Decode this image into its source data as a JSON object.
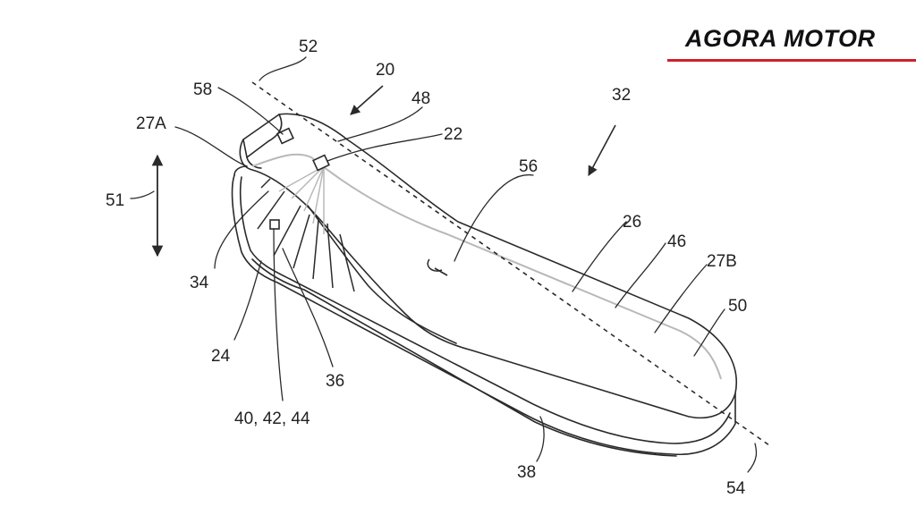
{
  "brand": {
    "name": "AGORA MOTOR",
    "accent_color": "#d0202a",
    "text_color": "#111111"
  },
  "diagram": {
    "line_color": "#2a2a2a",
    "light_line_color": "#b8b8b8",
    "labels": {
      "l52": "52",
      "l20": "20",
      "l58": "58",
      "l48": "48",
      "l27a": "27A",
      "l22": "22",
      "l32": "32",
      "l56": "56",
      "l51": "51",
      "l26": "26",
      "l46": "46",
      "l27b": "27B",
      "l34": "34",
      "l50": "50",
      "l24": "24",
      "l36": "36",
      "l404244": "40, 42, 44",
      "l38": "38",
      "l54": "54"
    }
  }
}
